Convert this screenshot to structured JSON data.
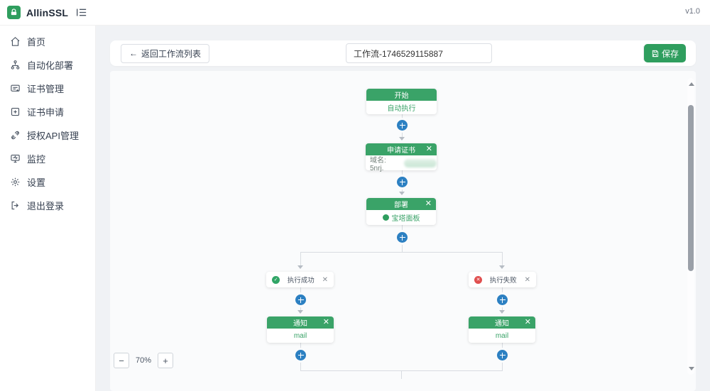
{
  "app": {
    "name": "AllinSSL",
    "version": "v1.0"
  },
  "icons": {
    "back_arrow": "←",
    "close": "✕",
    "check": "✓",
    "cross": "✕",
    "minus": "−",
    "plus": "+"
  },
  "sidebar": {
    "items": [
      {
        "label": "首页",
        "icon": "home-icon"
      },
      {
        "label": "自动化部署",
        "icon": "workflow-icon"
      },
      {
        "label": "证书管理",
        "icon": "certificate-icon"
      },
      {
        "label": "证书申请",
        "icon": "plus-square-icon"
      },
      {
        "label": "授权API管理",
        "icon": "link-icon"
      },
      {
        "label": "监控",
        "icon": "monitor-icon"
      },
      {
        "label": "设置",
        "icon": "gear-icon"
      },
      {
        "label": "退出登录",
        "icon": "logout-icon"
      }
    ]
  },
  "toolbar": {
    "back_label": "返回工作流列表",
    "workflow_name": "工作流-1746529115887",
    "save_label": "保存"
  },
  "canvas": {
    "zoom_level": "70%",
    "nodes": {
      "start": {
        "title": "开始",
        "body": "自动执行"
      },
      "apply": {
        "title": "申请证书",
        "body_prefix": "域名: 5nrj."
      },
      "deploy": {
        "title": "部署",
        "body": "宝塔面板"
      },
      "branch_success": {
        "label": "执行成功"
      },
      "branch_fail": {
        "label": "执行失败"
      },
      "notify_success": {
        "title": "通知",
        "body": "mail"
      },
      "notify_fail": {
        "title": "通知",
        "body": "mail"
      }
    }
  },
  "colors": {
    "green": "#3aa368",
    "save_green": "#2f9e5e",
    "blue": "#2c80c2",
    "red": "#e04f4f"
  }
}
